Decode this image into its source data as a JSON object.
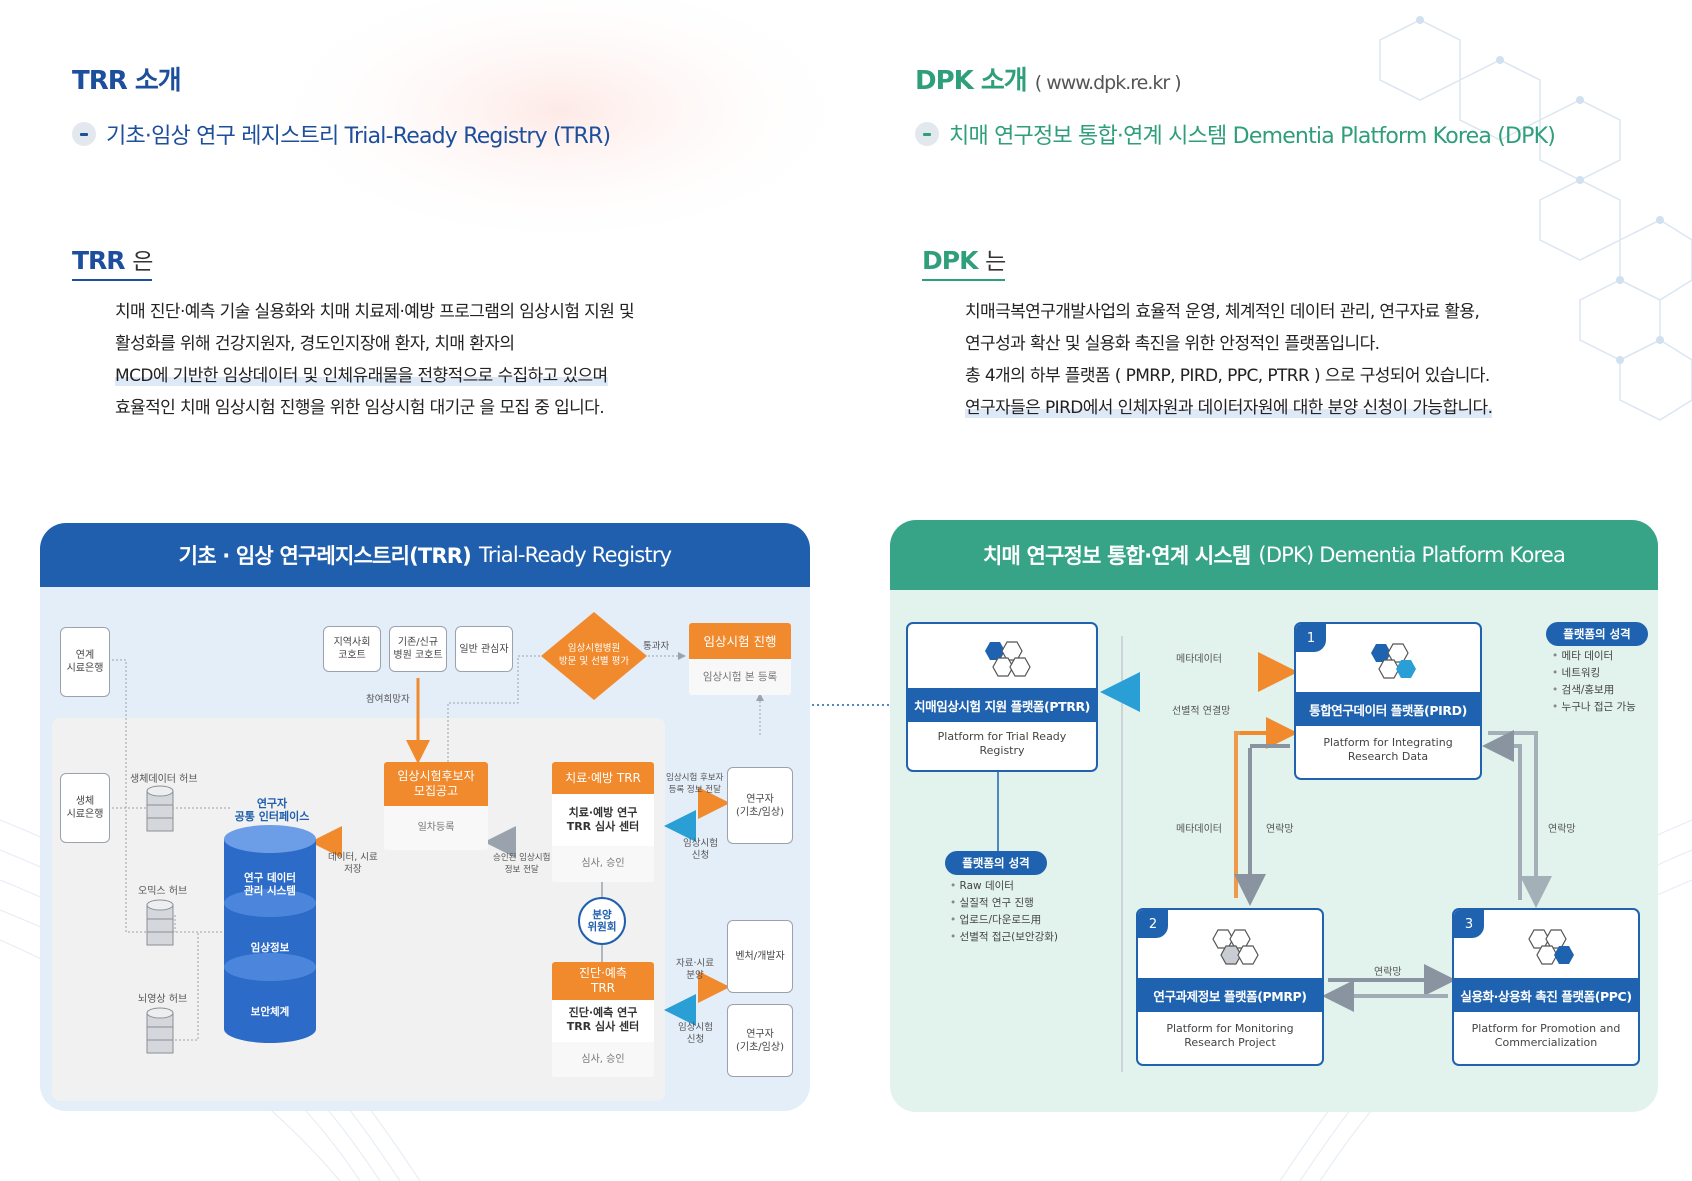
{
  "left": {
    "title": "TRR 소개",
    "subtitle": "기초·임상 연구 레지스트리 Trial-Ready Registry (TRR)",
    "heading_main": "TRR",
    "heading_suffix": "은",
    "paragraph": [
      "치매 진단·예측 기술 실용화와 치매 치료제·예방 프로그램의 임상시험 지원 및",
      "활성화를 위해 건강지원자, 경도인지장애 환자, 치매 환자의",
      "MCD에 기반한 임상데이터 및 인체유래물을 전향적으로 수집하고 있으며",
      "효율적인 치매 임상시험 진행을 위한 임상시험 대기군 을 모집 중 입니다."
    ],
    "panel": {
      "title_ko": "기초 · 임상 연구레지스트리(TRR)",
      "title_en": "Trial-Ready Registry",
      "biobank_link": "연계\n시료은행",
      "biobank_bio": "생체\n시료은행",
      "sources": [
        "지역사회\n코호트",
        "기존/신규\n병원 코호트",
        "일반 관심자"
      ],
      "diamond": "임상시험병원\n방문 및 선별 평가",
      "pass_label": "통과자",
      "trial_progress": "임상시험 진행",
      "trial_register": "임상시험 본 등록",
      "participant_label": "참여희망자",
      "recruit_title": "임상시험후보자\n모집공고",
      "recruit_sub": "일차등록",
      "treat_top": "치료·예방 TRR",
      "treat_mid": "치료·예방 연구\nTRR 심사 센터",
      "treat_bot": "심사, 승인",
      "diag_top": "진단·예측\nTRR",
      "diag_mid": "진단·예측 연구\nTRR 심사 센터",
      "diag_bot": "심사, 승인",
      "committee": "분양\n위원회",
      "hubs": [
        "생체데이터 허브",
        "오믹스 허브",
        "뇌영상 허브"
      ],
      "interface_title": "연구자\n공통 인터페이스",
      "cyl_labels": [
        "연구 데이터\n관리 시스템",
        "임상정보",
        "보안체계"
      ],
      "data_store": "데이터, 시료\n저장",
      "approved_transfer": "승인된 임상시험\n정보 전달",
      "candidate_info": "임상시험 후보자\n등록 정보 전달",
      "apply_trial1": "임상시험\n신청",
      "apply_trial2": "임상시험\n신청",
      "data_distrib": "자료·시료\n분양",
      "researcher1": "연구자\n(기초/임상)",
      "venture": "벤처/개발자",
      "researcher2": "연구자\n(기초/임상)"
    }
  },
  "right": {
    "title": "DPK 소개",
    "url": "( www.dpk.re.kr )",
    "subtitle": "치매 연구정보 통합·연계 시스템 Dementia Platform Korea (DPK)",
    "heading_main": "DPK",
    "heading_suffix": "는",
    "paragraph": [
      "치매극복연구개발사업의 효율적 운영, 체계적인 데이터 관리, 연구자료 활용,",
      "연구성과 확산 및 실용화 촉진을 위한 안정적인 플랫폼입니다.",
      "총 4개의 하부 플랫폼 ( PMRP, PIRD, PPC, PTRR ) 으로 구성되어 있습니다.",
      "연구자들은 PIRD에서 인체자원과 데이터자원에 대한 분양 신청이 가능합니다."
    ],
    "panel": {
      "title_ko": "치매 연구정보 통합·연계 시스템",
      "title_en": "(DPK) Dementia Platform Korea",
      "ptrr_name": "치매임상시험 지원 플랫폼(PTRR)",
      "ptrr_en": "Platform for Trial Ready\nRegistry",
      "ptrr_char_title": "플랫폼의 성격",
      "ptrr_chars": [
        "Raw 데이터",
        "실질적 연구 진행",
        "업로드/다운로드用",
        "선별적 접근(보안강화)"
      ],
      "pird_num": "1",
      "pird_name": "통합연구데이터 플랫폼(PIRD)",
      "pird_en": "Platform for Integrating\nResearch Data",
      "pird_char_title": "플랫폼의 성격",
      "pird_chars": [
        "메타 데이터",
        "네트워킹",
        "검색/홍보用",
        "누구나 접근 가능"
      ],
      "pmrp_num": "2",
      "pmrp_name": "연구과제정보 플랫폼(PMRP)",
      "pmrp_en": "Platform for Monitoring\nResearch Project",
      "ppc_num": "3",
      "ppc_name": "실용화·상용화 촉진 플랫폼(PPC)",
      "ppc_en": "Platform for Promotion and\nCommercialization",
      "meta1": "메타데이터",
      "select_link": "선별적 연결망",
      "meta2": "메타데이터",
      "link1": "연락망",
      "link2": "연락망",
      "link3": "연락망"
    }
  },
  "colors": {
    "blue": "#1f63b0",
    "teal": "#2f9e7b",
    "orange": "#f08a2d",
    "navy": "#1d4f9c"
  }
}
